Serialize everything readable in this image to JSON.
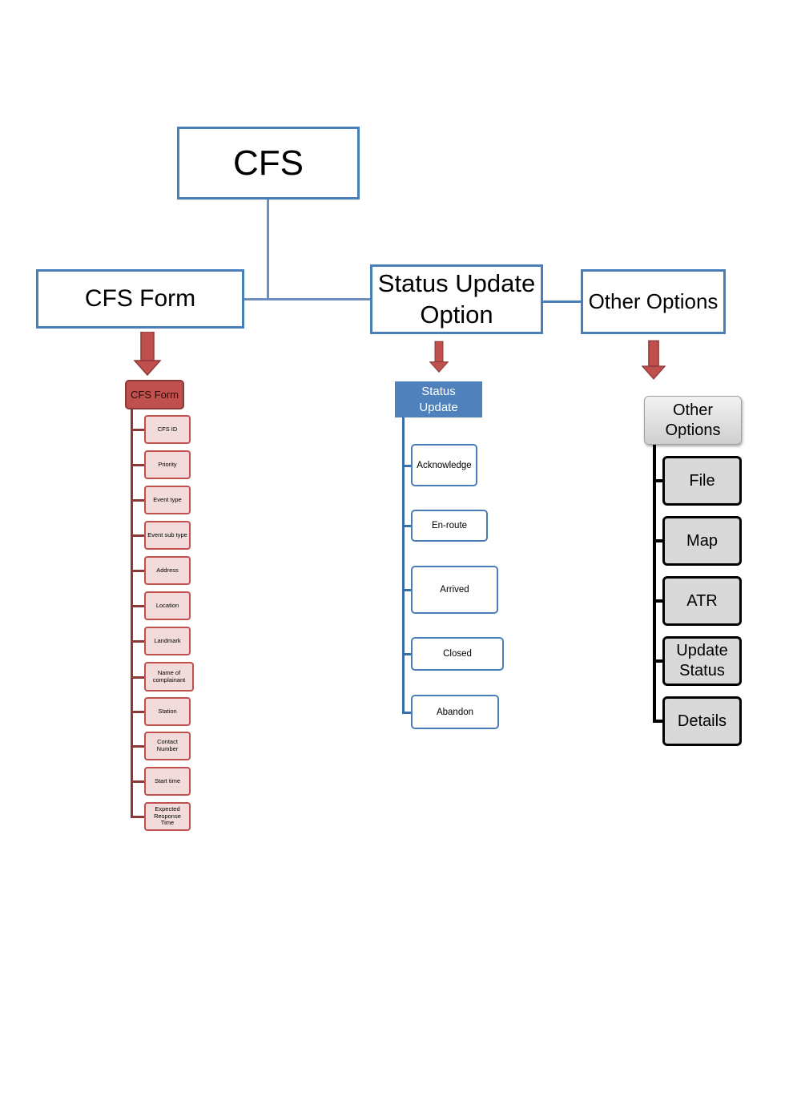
{
  "root": {
    "label": "CFS"
  },
  "branches": {
    "cfs_form": "CFS Form",
    "status_update_option": "Status Update Option",
    "other_options": "Other Options"
  },
  "cfs_form_tree": {
    "head": "CFS Form",
    "items": [
      "CFS ID",
      "Priority",
      "Event type",
      "Event sub type",
      "Address",
      "Location",
      "Landmark",
      "Name of complainant",
      "Station",
      "Contact Number",
      "Start time",
      "Expected Response Time"
    ]
  },
  "status_tree": {
    "head": "Status Update",
    "items": [
      "Acknowledge",
      "En-route",
      "Arrived",
      "Closed",
      "Abandon"
    ]
  },
  "other_tree": {
    "head": "Other Options",
    "items": [
      "File",
      "Map",
      "ATR",
      "Update Status",
      "Details"
    ]
  },
  "colors": {
    "blue_border": "#4a7ebb",
    "red_fill": "#c0504d",
    "pink_fill": "#f2dcdb",
    "blue_fill": "#4f81bd",
    "gray_fill": "#d9d9d9"
  }
}
